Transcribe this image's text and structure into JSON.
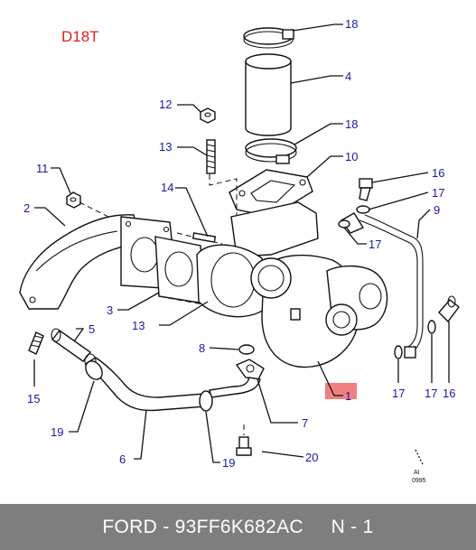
{
  "diagram": {
    "engine_code": "D18T",
    "highlight_color": "#f08080",
    "label_color": "#1a1aa8",
    "drawing_ref": [
      "AI",
      "0995"
    ],
    "callouts": [
      {
        "id": "18-top",
        "number": "18",
        "part": "hose-clamp"
      },
      {
        "id": "4",
        "number": "4",
        "part": "intake-hose"
      },
      {
        "id": "18-lower",
        "number": "18",
        "part": "hose-clamp"
      },
      {
        "id": "12",
        "number": "12",
        "part": "nut"
      },
      {
        "id": "13-top",
        "number": "13",
        "part": "stud"
      },
      {
        "id": "10",
        "number": "10",
        "part": "gasket"
      },
      {
        "id": "11",
        "number": "11",
        "part": "nut"
      },
      {
        "id": "14",
        "number": "14",
        "part": "gasket"
      },
      {
        "id": "16-top",
        "number": "16",
        "part": "banjo-bolt"
      },
      {
        "id": "17-top",
        "number": "17",
        "part": "washer"
      },
      {
        "id": "9",
        "number": "9",
        "part": "oil-feed-pipe"
      },
      {
        "id": "2",
        "number": "2",
        "part": "exhaust-manifold"
      },
      {
        "id": "17-mid",
        "number": "17",
        "part": "washer"
      },
      {
        "id": "3",
        "number": "3",
        "part": "gasket"
      },
      {
        "id": "13-lower",
        "number": "13",
        "part": "stud"
      },
      {
        "id": "5",
        "number": "5",
        "part": "hose"
      },
      {
        "id": "8",
        "number": "8",
        "part": "o-ring"
      },
      {
        "id": "1",
        "number": "1",
        "part": "turbocharger"
      },
      {
        "id": "15",
        "number": "15",
        "part": "connector"
      },
      {
        "id": "7",
        "number": "7",
        "part": "oil-return-pipe"
      },
      {
        "id": "17-b1",
        "number": "17",
        "part": "washer"
      },
      {
        "id": "17-b2",
        "number": "17",
        "part": "washer"
      },
      {
        "id": "16-bottom",
        "number": "16",
        "part": "banjo-bolt"
      },
      {
        "id": "19-left",
        "number": "19",
        "part": "hose-clip"
      },
      {
        "id": "6",
        "number": "6",
        "part": "hose"
      },
      {
        "id": "19-right",
        "number": "19",
        "part": "hose-clip"
      },
      {
        "id": "20",
        "number": "20",
        "part": "bolt"
      }
    ]
  },
  "footer": {
    "brand": "FORD",
    "part_number": "93FF6K682AC",
    "position": "N - 1",
    "background": "#7e7e7e"
  }
}
